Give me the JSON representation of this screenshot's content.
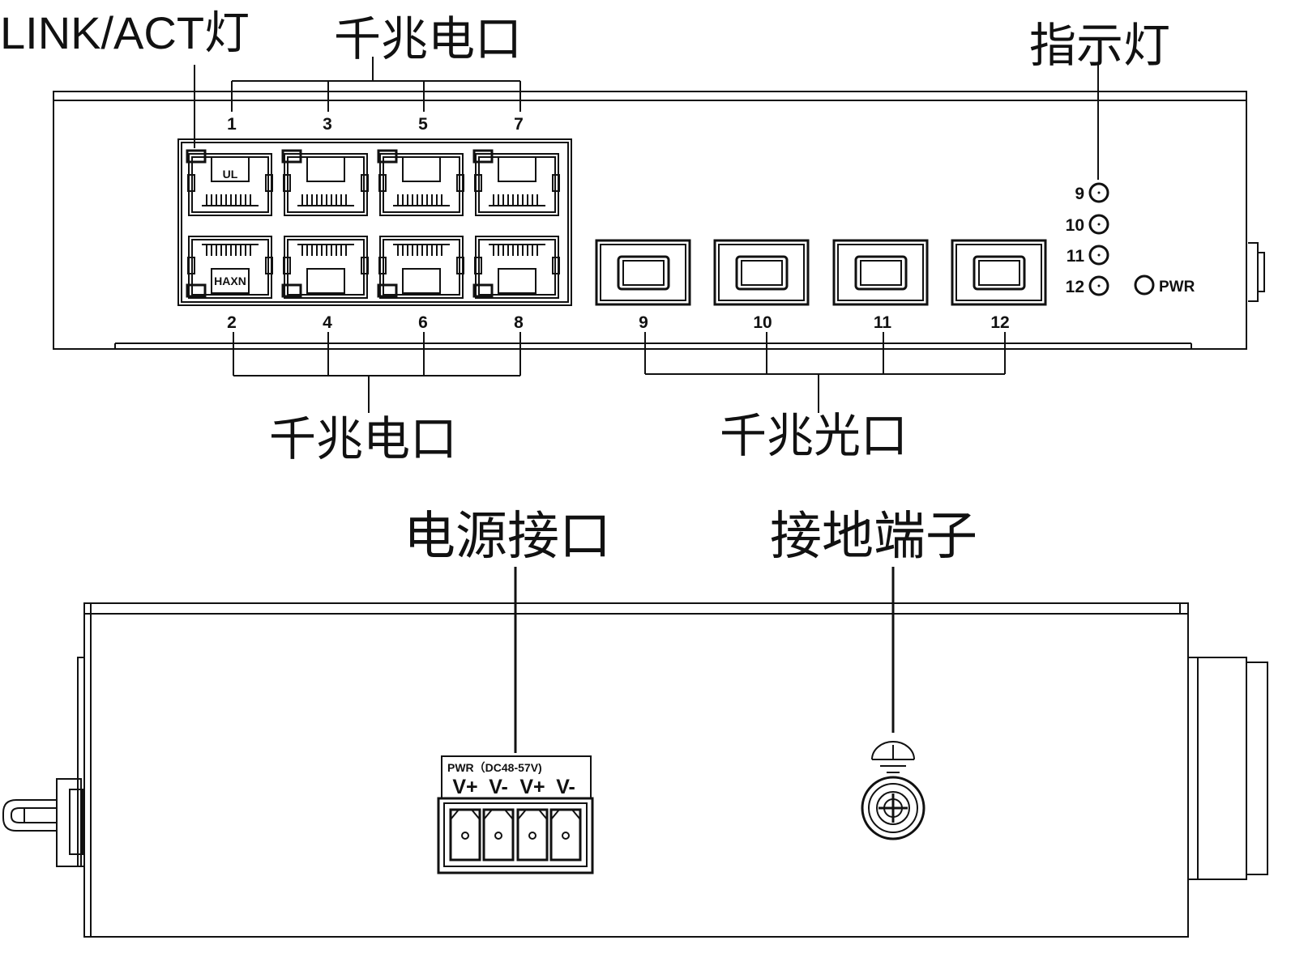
{
  "labels": {
    "link_act_led": "LINK/ACT灯",
    "gigabit_copper_top": "千兆电口",
    "gigabit_copper_bottom": "千兆电口",
    "gigabit_fiber": "千兆光口",
    "indicator_leds": "指示灯",
    "power_interface": "电源接口",
    "ground_terminal": "接地端子"
  },
  "rj45_top_ports": [
    "1",
    "3",
    "5",
    "7"
  ],
  "rj45_bottom_ports": [
    "2",
    "4",
    "6",
    "8"
  ],
  "sfp_ports": [
    "9",
    "10",
    "11",
    "12"
  ],
  "leds": [
    "9",
    "10",
    "11",
    "12"
  ],
  "pwr_led": "PWR",
  "jack_marks": [
    "UL",
    "HAXN"
  ],
  "power_terminal": {
    "title": "PWR（DC48-57V)",
    "pins": [
      "V+",
      "V-",
      "V+",
      "V-"
    ]
  }
}
